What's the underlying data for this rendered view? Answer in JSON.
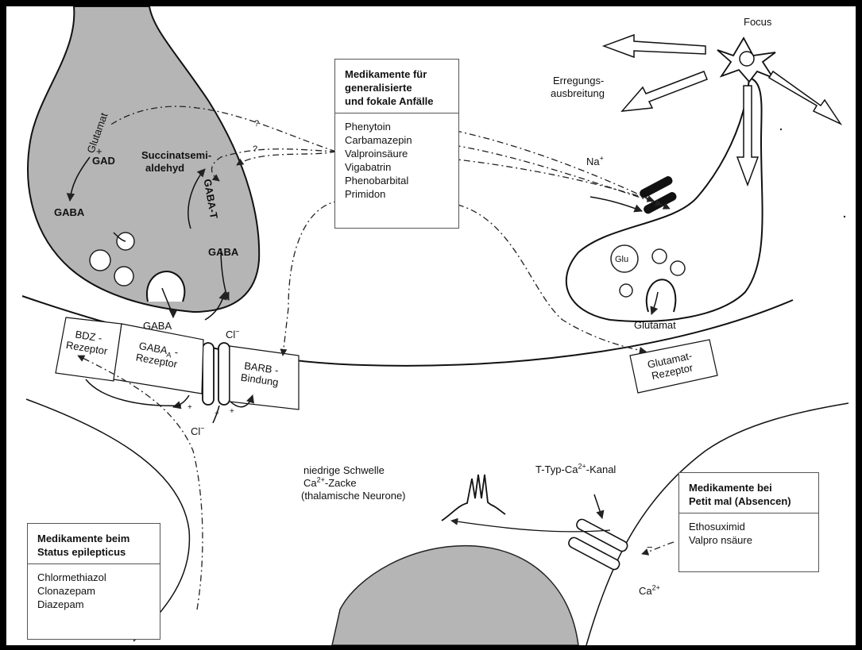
{
  "boxes": {
    "general": {
      "title": "Medikamente für\ngeneralisierte\nund fokale Anfälle",
      "title_lines": [
        "Medikamente für",
        "generalisierte",
        "und fokale Anfälle"
      ],
      "items": [
        "Phenytoin",
        "Carbamazepin",
        "Valproinsäure",
        "Vigabatrin",
        "Phenobarbital",
        "Primidon"
      ]
    },
    "status": {
      "title_lines": [
        "Medikamente beim",
        "Status epilepticus"
      ],
      "items": [
        "Chlormethiazol",
        "Clonazepam",
        "Diazepam"
      ]
    },
    "petit": {
      "title_lines": [
        "Medikamente bei",
        "Petit mal (Absencen)"
      ],
      "items": [
        "Ethosuximid",
        "Valpro nsäure"
      ]
    }
  },
  "labels": {
    "focus": "Focus",
    "erregung_1": "Erregungs-",
    "erregung_2": "ausbreitung",
    "na": "Na",
    "na_sup": "+",
    "glutamat_curve": "Glutamat",
    "gad": "GAD",
    "plus": "+",
    "gaba_left": "GABA",
    "succinat_1": "Succinatsemi-",
    "succinat_2": "aldehyd",
    "gaba_t": "GABA-T",
    "gaba_right": "GABA",
    "gaba_bottom": "GABA",
    "question": "?",
    "glu": "Glu",
    "glutamat_release": "Glutamat",
    "cl_top": "Cl",
    "cl_bottom": "Cl",
    "minus": "−",
    "bdz_1": "BDZ -",
    "bdz_2": "Rezeptor",
    "gabaa_1": "GABA",
    "gabaa_sub": "A",
    "gabaa_dash": " -",
    "gabaa_2": "Rezeptor",
    "barb_1": "BARB -",
    "barb_2": "Bindung",
    "glurez_1": "Glutamat-",
    "glurez_2": "Rezeptor",
    "schwelle_1": "niedrige Schwelle",
    "schwelle_2_pre": "Ca",
    "schwelle_2_sup": "2+",
    "schwelle_2_post": "-Zacke",
    "schwelle_3": "(thalamische Neurone)",
    "ttyp_pre": "T-Typ-Ca",
    "ttyp_sup": "2+",
    "ttyp_post": "-Kanal",
    "ca_pre": "Ca",
    "ca_sup": "2+"
  }
}
